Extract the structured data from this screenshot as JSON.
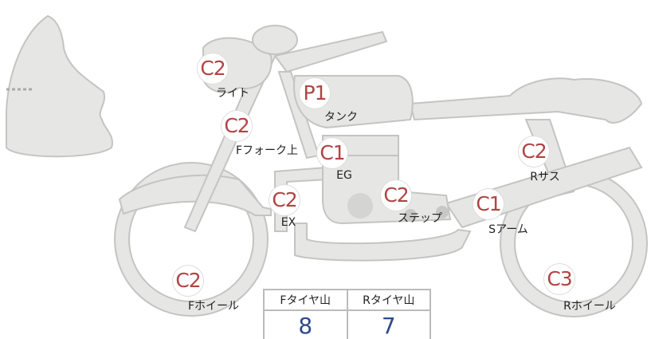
{
  "markers": [
    {
      "grade": "C2",
      "label": "ライト"
    },
    {
      "grade": "P1",
      "label": "タンク"
    },
    {
      "grade": "C2",
      "label": "Fフォーク上"
    },
    {
      "grade": "C1",
      "label": "EG"
    },
    {
      "grade": "C2",
      "label": "Rサス"
    },
    {
      "grade": "C2",
      "label": "EX"
    },
    {
      "grade": "C2",
      "label": "ステップ"
    },
    {
      "grade": "C1",
      "label": "Sアーム"
    },
    {
      "grade": "C2",
      "label": "Fホイール"
    },
    {
      "grade": "C3",
      "label": "Rホイール"
    }
  ],
  "tire_tread": {
    "headers": [
      "Fタイヤ山",
      "Rタイヤ山"
    ],
    "values": [
      "8",
      "7"
    ]
  },
  "colors": {
    "grade": "#b04444",
    "value": "#2d4a8a",
    "part_fill": "#e6e6e4"
  }
}
